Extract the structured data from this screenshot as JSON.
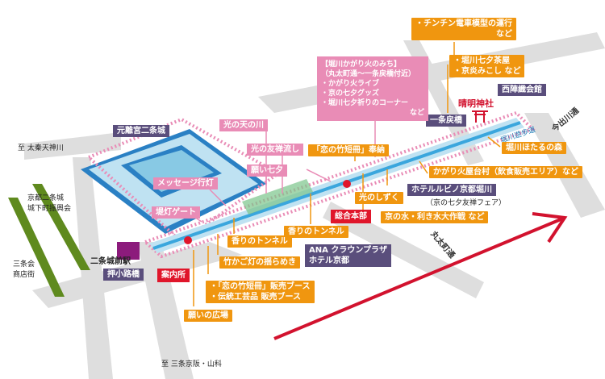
{
  "colors": {
    "river": "#3aa6dd",
    "event_area": "#e98cb6",
    "orange_label": "#f0960f",
    "venue_label": "#5a4e7c",
    "hq_label": "#e0162b",
    "shopping_street": "#5f8a1e",
    "road": "#dcdcdc"
  },
  "places": {
    "nijo_castle": "元離宮二条城",
    "nishijin": "西陣織会館",
    "seimei_shrine": "晴明神社",
    "ichijo_bridge": "一条戻橋",
    "hotel_rubino": "ホテルルビノ京都堀川",
    "hotel_rubino_sub": "（京の七夕友禅フェア）",
    "ana_hotel": [
      "ANA クラウンプラザ",
      "ホテル京都"
    ],
    "oshikoji_bridge": "押小路橋",
    "nijo_mae_station": "二条城前駅",
    "hq": "総合本部",
    "info": "案内所",
    "walkway": "堀川遊歩道"
  },
  "roads": {
    "imadegawa": "今出川通",
    "marutamachi": "丸太町通"
  },
  "side_notes": {
    "to_taishin": "至 太秦天神川",
    "kyoto_nijo": [
      "京都二条城",
      "城下町振興会"
    ],
    "sanjokai": [
      "三条会",
      "商店街"
    ],
    "to_sanjo": "至 三条京阪・山科"
  },
  "events": {
    "chinchin_train": [
      "・チンチン電車模型の運行",
      "など"
    ],
    "horikawa_tea": [
      "・堀川七夕茶屋",
      "・京炎みこし など"
    ],
    "kagaribi_title": "【堀川かがり火のみち】",
    "kagaribi_area": "（丸太町通〜一条戻橋付近）",
    "kagaribi_items": [
      "・かがり火ライブ",
      "・京の七夕グッズ",
      "・堀川七夕祈りのコーナー"
    ],
    "kagaribi_more": "など",
    "hikari_tenkawa": "光の天の川",
    "hikari_yuzen": "光の友禅流し",
    "negai_tanabata": "願い七夕",
    "koi_tanzaku": "「恋の竹短冊」奉納",
    "message_lantern": "メッセージ行灯",
    "lantern_gate": "堤灯ゲート",
    "hotaru": "堀川ほたるの森",
    "kagaribi_yatai": "かがり火屋台村（飲食販売エリア）など",
    "hikari_shizuku": "光のしずく",
    "kyo_water": "京の水・利き水大作戦 など",
    "kaori_tunnel_1": "香りのトンネル",
    "kaori_tunnel_2": "香りのトンネル",
    "takekago": "竹かご灯の揺らめき",
    "booths": [
      "・「恋の竹短冊」販売ブース",
      "・伝統工芸品 販売ブース"
    ],
    "negai_hiroba": "願いの広場"
  }
}
